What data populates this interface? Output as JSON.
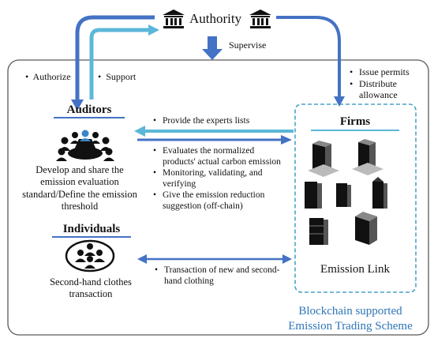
{
  "authority": {
    "label": "Authority",
    "supervise_label": "Supervise",
    "left_bullets": [
      "Authorize",
      "Support"
    ],
    "right_bullets": [
      "Issue permits",
      "Distribute allowance"
    ]
  },
  "auditors": {
    "heading": "Auditors",
    "description": "Develop and share the emission evaluation standard/Define the emission threshold"
  },
  "individuals": {
    "heading": "Individuals",
    "description": "Second-hand clothes transaction"
  },
  "firms": {
    "heading": "Firms",
    "footer": "Emission Link"
  },
  "flows": {
    "provide_lists": "Provide the experts lists",
    "evaluation_bullets": [
      "Evaluates the normalized products' actual carbon emission",
      "Monitoring, validating, and verifying",
      "Give the emission reduction suggestion (off-chain)"
    ],
    "transaction": "Transaction of new and second-hand clothing"
  },
  "scheme_caption": {
    "line1": "Blockchain supported",
    "line2": "Emission Trading Scheme"
  },
  "colors": {
    "primary_blue": "#4472c4",
    "light_blue": "#5bb7d8",
    "caption_blue": "#2e75b6",
    "frame_gray": "#595959",
    "dashed_teal": "#4aa3c8"
  },
  "icons": {
    "authority": "bank-building-icon",
    "auditors": "meeting-group-icon",
    "individuals": "people-group-icon",
    "firms": "office-buildings-icon"
  }
}
